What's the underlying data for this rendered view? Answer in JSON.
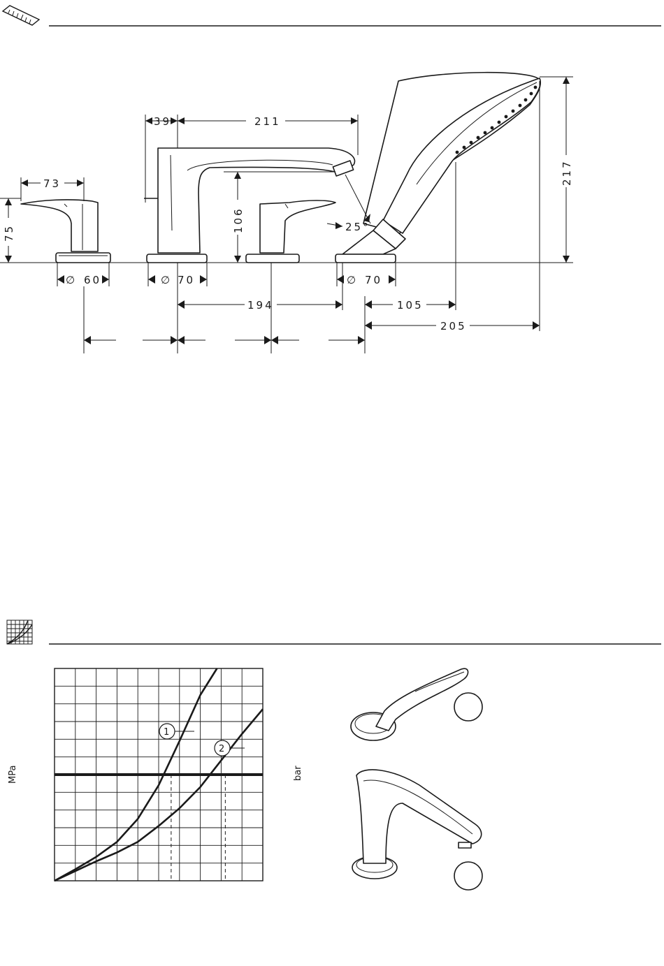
{
  "dimensions": {
    "d39": "39",
    "d211": "211",
    "d73": "73",
    "d75": "75",
    "d106": "106",
    "d25deg": "25°",
    "d217": "217",
    "d60": "60",
    "d70a": "70",
    "d70b": "70",
    "d194": "194",
    "d105": "105",
    "d205": "205",
    "diameter_symbol": "∅"
  },
  "flow_chart": {
    "y_label_left": "MPa",
    "y_label_right": "bar",
    "curve_markers": [
      "1",
      "2"
    ]
  },
  "chart_data": {
    "type": "line",
    "title": "",
    "xlabel": "",
    "ylabel": "MPa",
    "grid": true,
    "xlim": [
      0,
      10
    ],
    "ylim": [
      0,
      12
    ],
    "threshold_y": 6,
    "series": [
      {
        "name": "1",
        "x": [
          0,
          1,
          2,
          3,
          4,
          5,
          6,
          7,
          7.8
        ],
        "y": [
          0,
          0.65,
          1.35,
          2.2,
          3.5,
          5.4,
          7.9,
          10.5,
          12
        ]
      },
      {
        "name": "2",
        "x": [
          0,
          1,
          2,
          3,
          4,
          5,
          6,
          7,
          8,
          9,
          10
        ],
        "y": [
          0,
          0.55,
          1.1,
          1.6,
          2.2,
          3.1,
          4.1,
          5.3,
          6.8,
          8.3,
          9.7
        ]
      }
    ],
    "drop_lines_x": [
      5.6,
      8.2
    ]
  }
}
